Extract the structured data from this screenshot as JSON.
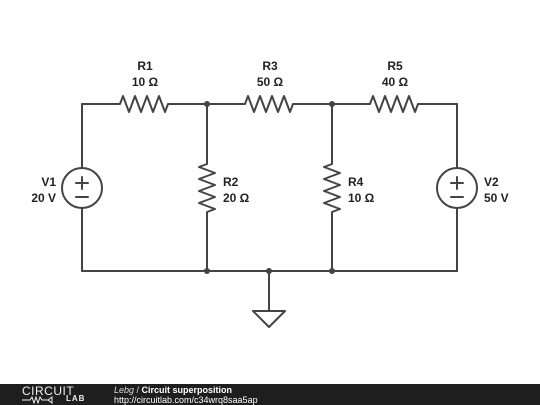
{
  "components": {
    "r1": {
      "name": "R1",
      "value": "10 Ω"
    },
    "r3": {
      "name": "R3",
      "value": "50 Ω"
    },
    "r5": {
      "name": "R5",
      "value": "40 Ω"
    },
    "r2": {
      "name": "R2",
      "value": "20 Ω"
    },
    "r4": {
      "name": "R4",
      "value": "10 Ω"
    },
    "v1": {
      "name": "V1",
      "value": "20 V"
    },
    "v2": {
      "name": "V2",
      "value": "50 V"
    }
  },
  "footer": {
    "logo_top": "CIRCUIT",
    "logo_bottom": "LAB",
    "author": "Lebg",
    "separator": " / ",
    "title": "Circuit superposition",
    "url": "http://circuitlab.com/c34wrq8saa5ap"
  },
  "colors": {
    "wire": "#444444",
    "footer_bg": "#1e1e1e"
  }
}
